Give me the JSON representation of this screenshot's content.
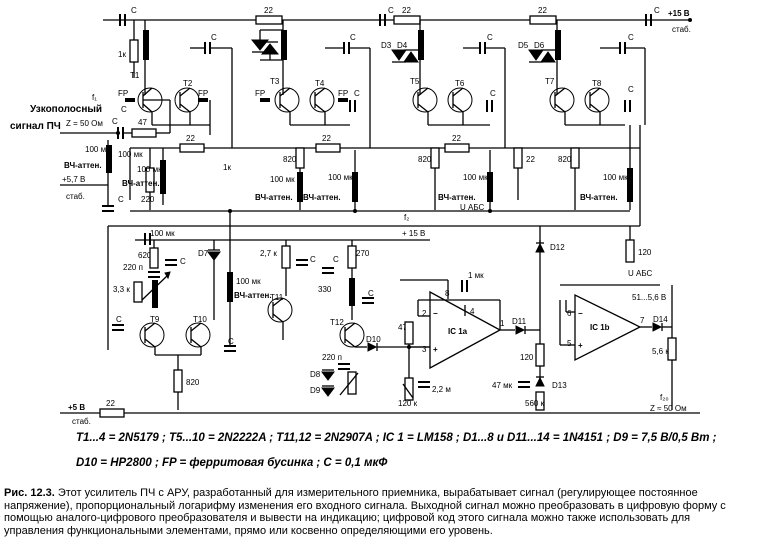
{
  "labels": {
    "supply_top": "+15 В",
    "stab_top": "стаб.",
    "input_title_1": "Узкополосный",
    "input_title_2": "сигнал ПЧ",
    "input_impedance": "Z = 50 Ом",
    "f1": "f₁",
    "f2": "f₂",
    "f2o": "f₂₀",
    "out_impedance": "Z ≈ 50 Ом",
    "hf_atten_1": "ВЧ-аттен.",
    "hf_atten": "ВЧ-аттен.",
    "plus57": "+5,7 В",
    "stab": "стаб.",
    "plus5": "+5 В",
    "plus15_mid": "+ 15 В",
    "uagc": "U АБС",
    "t1": "T1",
    "t2": "T2",
    "t3": "T3",
    "t4": "T4",
    "t5": "T5",
    "t6": "T6",
    "t7": "T7",
    "t8": "T8",
    "t9": "T9",
    "t10": "T10",
    "t11": "T11",
    "t12": "T12",
    "d3": "D3",
    "d4": "D4",
    "d5": "D5",
    "d6": "D6",
    "d7": "D7",
    "d8": "D8",
    "d9": "D9",
    "d10": "D10",
    "d11": "D11",
    "d12": "D12",
    "d13": "D13",
    "d14": "D14",
    "ic1a": "IC 1a",
    "ic1b": "IC 1b",
    "fp": "FP",
    "c": "C",
    "r22": "22",
    "r47": "47",
    "r820": "820",
    "r1k": "1к",
    "r220": "220",
    "r120": "120",
    "r27k": "2,7 к",
    "r270": "270",
    "r330": "330",
    "r620": "620",
    "r33k": "3,3 к",
    "r220p": "220 п",
    "r56k": "5,6 к",
    "r120k": "120 к",
    "r560k": "560 к",
    "r51_56": "51...5,6 В",
    "c100mk": "100 мк",
    "c1mk": "1 мк",
    "c47mk": "47 мк",
    "c22mk": "2,2 м",
    "pin8": "8",
    "pin4": "4",
    "pin2": "2",
    "pin3": "3",
    "pin1": "1",
    "pin6": "6",
    "pin5": "5",
    "pin7": "7"
  },
  "parts_list": {
    "line1": "T1...4 = 2N5179 ;  T5...10 = 2N2222A ;  T11,12 = 2N2907A ;  IC 1 = LM158 ;  D1...8 и D11...14 = 1N4151 ;  D9 = 7,5 В/0,5 Вт ;",
    "line2": "D10 = HP2800 ;  FP = ферритовая бусинка ;  C = 0,1 мкФ"
  },
  "caption": {
    "head": "Рис. 12.3.",
    "line1": " Этот усилитель ПЧ с АРУ, разработанный для измерительного приемника, вырабатывает сигнал (регулирующее постоянное",
    "line2": "напряжение), пропорциональный логарифму изменения его входного сигнала. Выходной сигнал можно преобразовать в цифровую форму с",
    "line3": "помощью аналого-цифрового преобразователя и вывести на индикацию; цифровой код этого сигнала можно также использовать для",
    "line4": "управления функциональными элементами, прямо или косвенно определяющими его уровень."
  }
}
